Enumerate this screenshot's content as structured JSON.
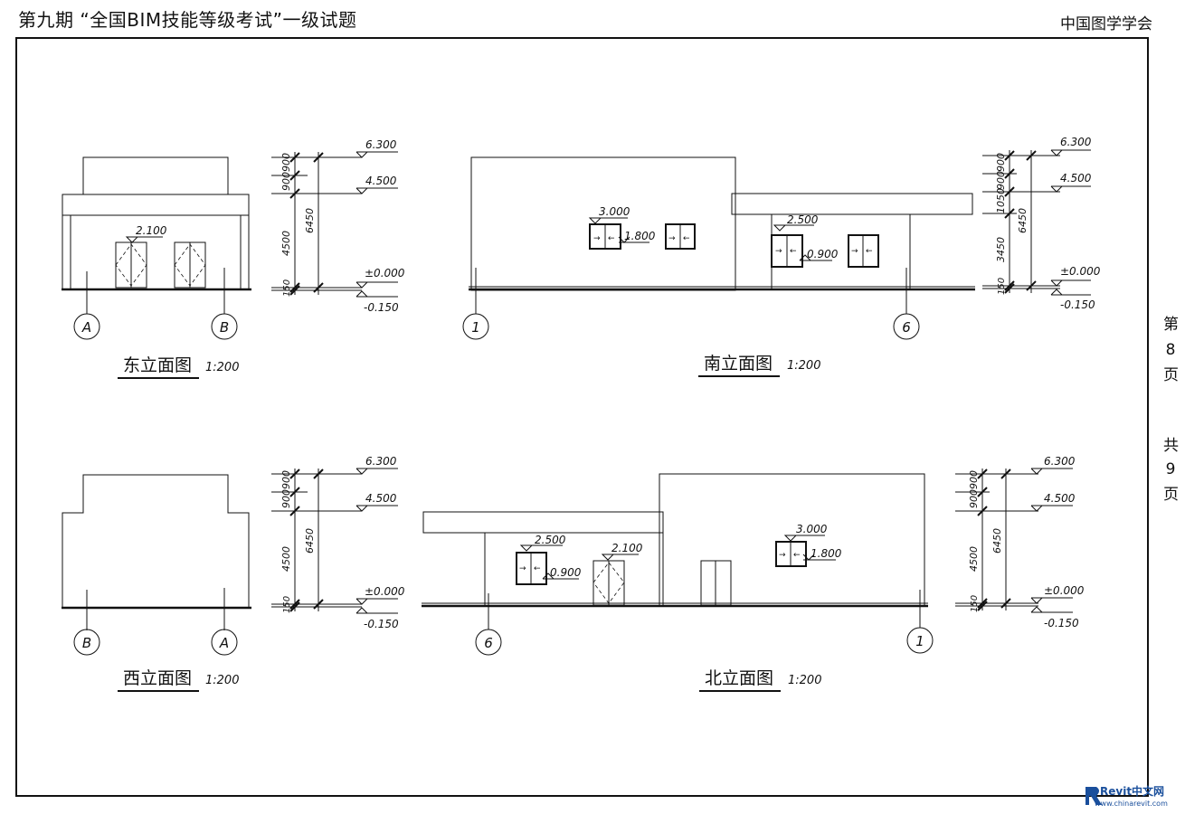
{
  "header": {
    "title": "第九期 “全国BIM技能等级考试”一级试题",
    "publisher": "中国图学学会"
  },
  "page_info": {
    "label_di": "第",
    "page_no": "8",
    "label_ye": "页",
    "label_gong": "共",
    "total": "9",
    "label_ye2": "页"
  },
  "views": {
    "east": {
      "title": "东立面图",
      "scale": "1:200",
      "axis_left": "A",
      "axis_right": "B"
    },
    "south": {
      "title": "南立面图",
      "scale": "1:200",
      "axis_left": "1",
      "axis_right": "6"
    },
    "west": {
      "title": "西立面图",
      "scale": "1:200",
      "axis_left": "B",
      "axis_right": "A"
    },
    "north": {
      "title": "北立面图",
      "scale": "1:200",
      "axis_left": "6",
      "axis_right": "1"
    }
  },
  "elevations": {
    "top": "6.300",
    "mid": "4.500",
    "zero": "±0.000",
    "ground": "-0.150",
    "door_top": "2.100",
    "win_2500": "2.500",
    "win_0900": "0.900",
    "win_3000": "3.000",
    "win_1800": "1.800"
  },
  "dims": {
    "d900a": "900",
    "d900b": "900",
    "d4500": "4500",
    "d150": "150",
    "d6450": "6450",
    "s900": "900",
    "s1050": "1050",
    "s900b": "900",
    "s3450": "3450"
  },
  "watermark": {
    "brand": "Revit中文网",
    "url": "www.chinarevit.com"
  }
}
